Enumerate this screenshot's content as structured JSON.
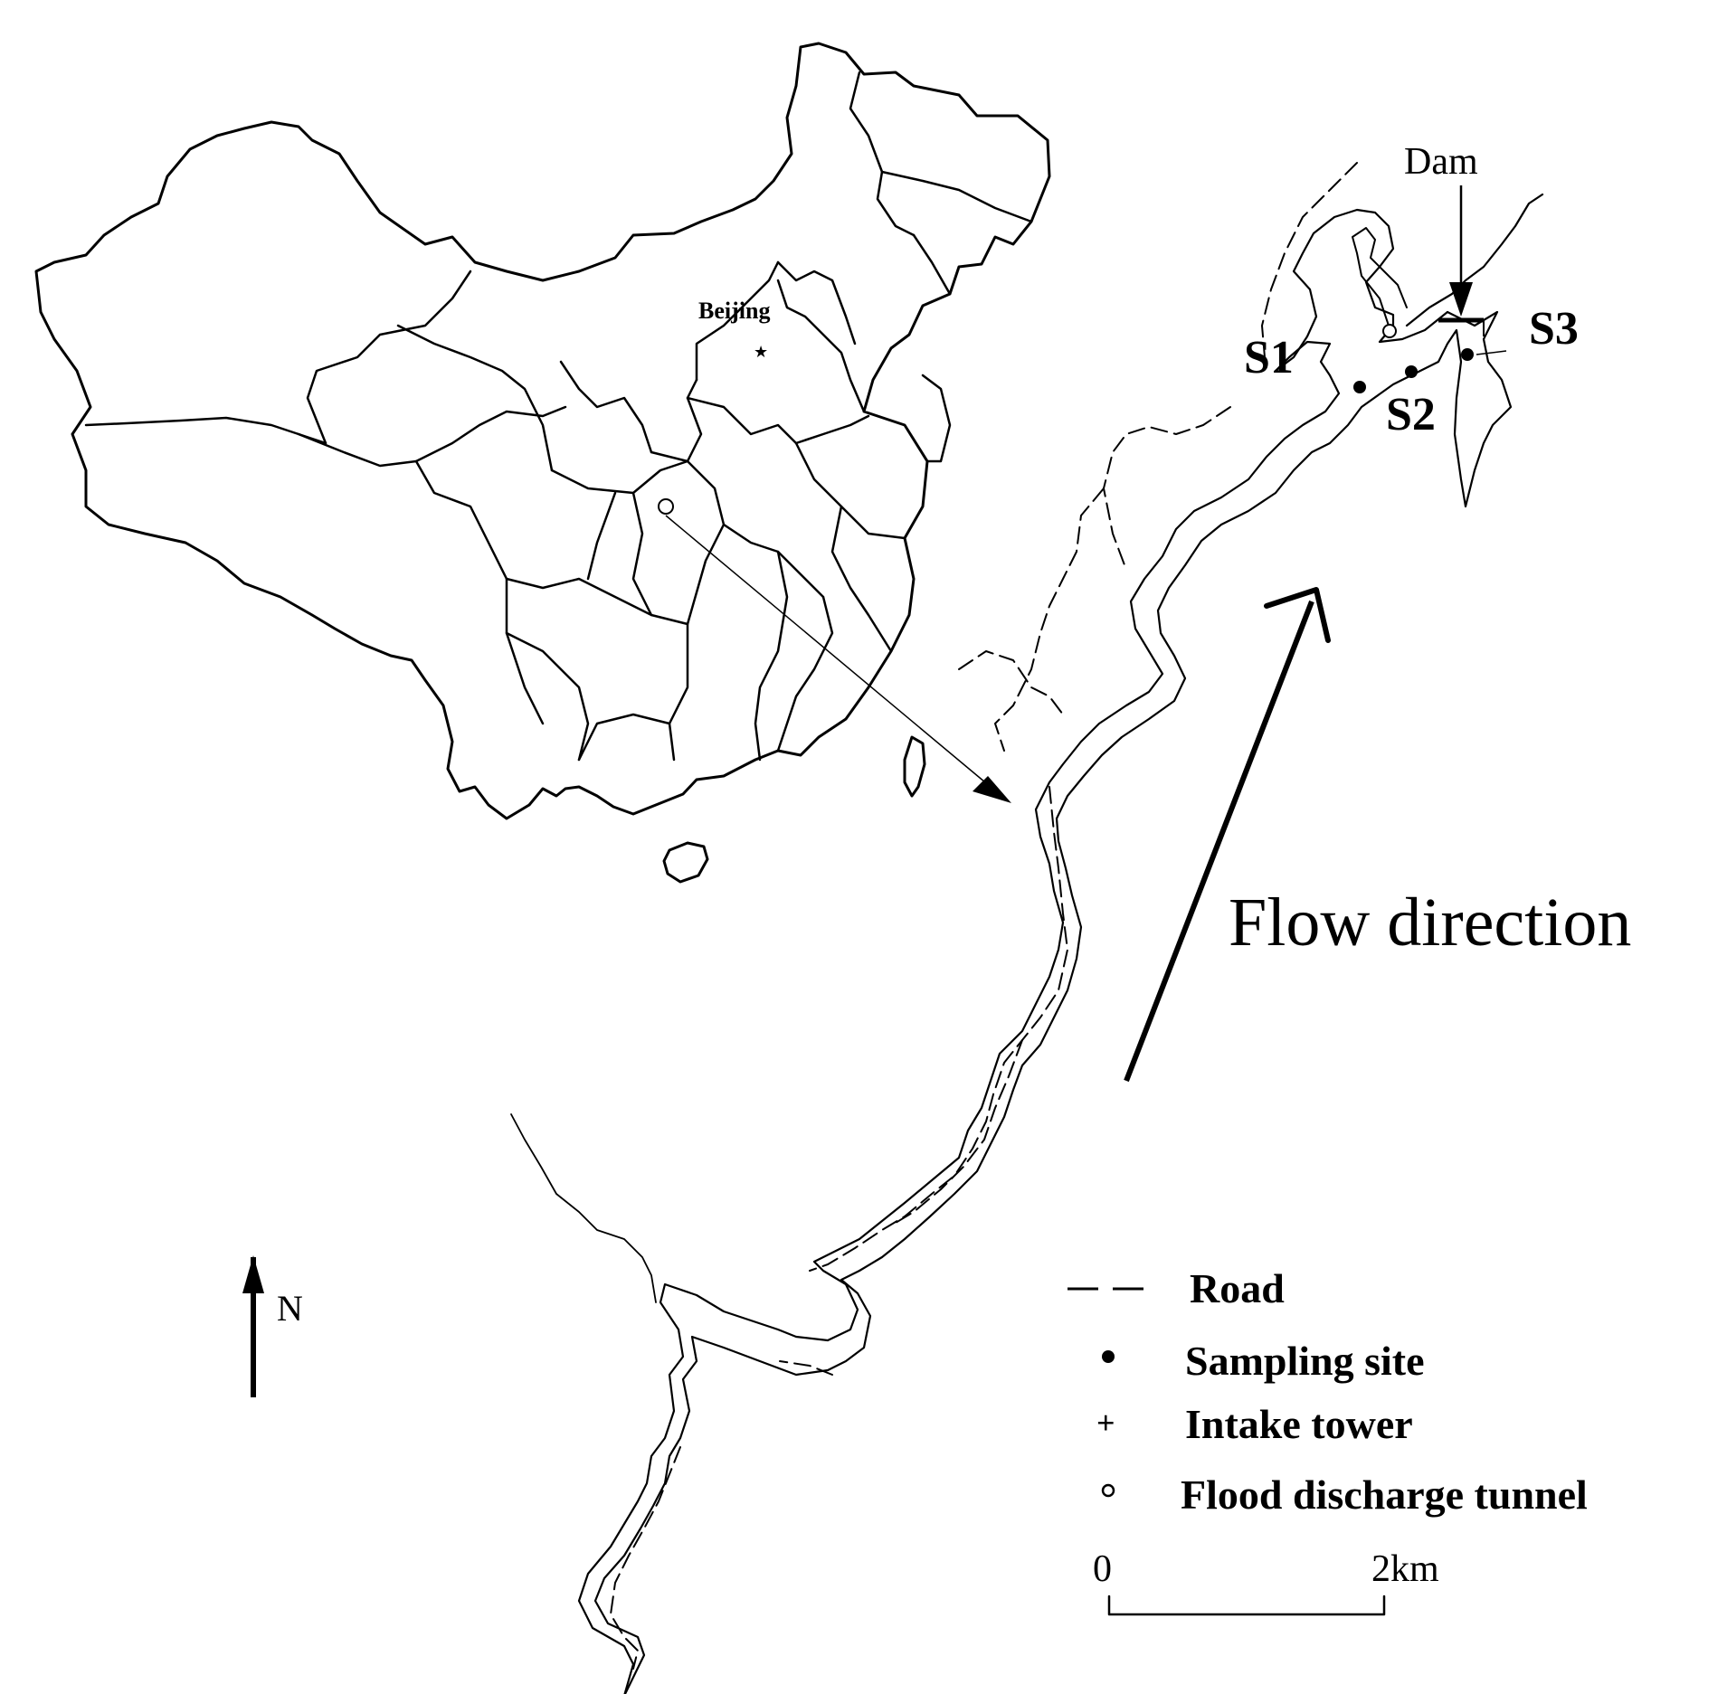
{
  "labels": {
    "beijing": "Beijing",
    "dam": "Dam",
    "flow_direction": "Flow direction",
    "north": "N",
    "sites": [
      "S1",
      "S2",
      "S3"
    ]
  },
  "legend": {
    "items": [
      {
        "symbol": "dashed-line",
        "label": "Road"
      },
      {
        "symbol": "filled-dot",
        "label": "Sampling site"
      },
      {
        "symbol": "plus",
        "label": "Intake tower"
      },
      {
        "symbol": "open-circle",
        "label": "Flood discharge tunnel"
      }
    ]
  },
  "scale_bar": {
    "start": "0",
    "end": "2km"
  },
  "colors": {
    "ink": "#000000",
    "background": "#ffffff"
  }
}
